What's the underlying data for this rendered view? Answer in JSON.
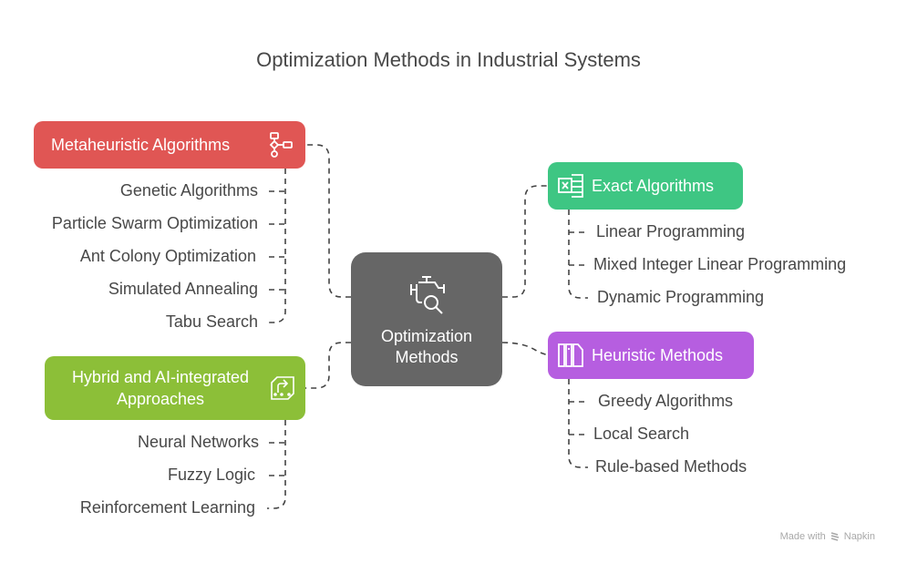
{
  "title": "Optimization Methods in Industrial Systems",
  "center": {
    "label_line1": "Optimization",
    "label_line2": "Methods",
    "icon": "valve-search-icon",
    "color": "#666666"
  },
  "branches": {
    "metaheuristic": {
      "label": "Metaheuristic Algorithms",
      "icon": "flowchart-icon",
      "color": "#e05654",
      "items": [
        "Genetic Algorithms",
        "Particle Swarm Optimization",
        "Ant Colony Optimization",
        "Simulated Annealing",
        "Tabu Search"
      ]
    },
    "exact": {
      "label": "Exact Algorithms",
      "icon": "spreadsheet-icon",
      "color": "#3ec683",
      "items": [
        "Linear Programming",
        "Mixed Integer Linear Programming",
        "Dynamic Programming"
      ]
    },
    "heuristic": {
      "label": "Heuristic Methods",
      "icon": "books-icon",
      "color": "#b65ee0",
      "items": [
        "Greedy Algorithms",
        "Local Search",
        "Rule-based Methods"
      ]
    },
    "hybrid": {
      "label_line1": "Hybrid and AI-integrated",
      "label_line2": "Approaches",
      "icon": "circuit-arrow-icon",
      "color": "#8cbf38",
      "items": [
        "Neural Networks",
        "Fuzzy Logic",
        "Reinforcement Learning"
      ]
    }
  },
  "footer": {
    "made_with": "Made with",
    "brand": "Napkin"
  }
}
